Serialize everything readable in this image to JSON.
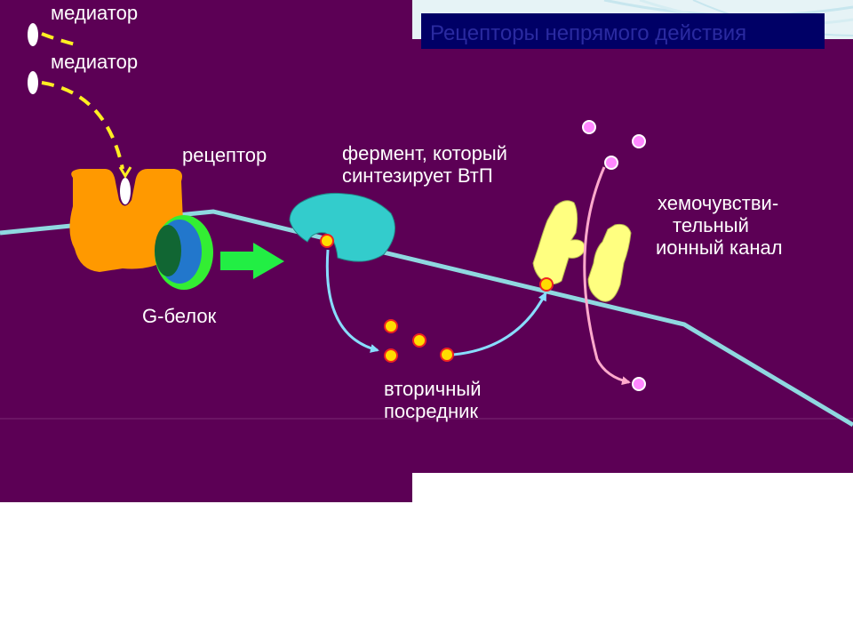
{
  "title": "Рецепторы непрямого действия",
  "labels": {
    "mediator_1": "медиатор",
    "mediator_2": "медиатор",
    "receptor": "рецептор",
    "g_protein": "G-белок",
    "enzyme_line1": "фермент, который",
    "enzyme_line2": "синтезирует ВтП",
    "second_messenger_line1": "вторичный",
    "second_messenger_line2": "посредник",
    "channel_line1": "хемочувстви-",
    "channel_line2": "тельный",
    "channel_line3": "ионный канал"
  },
  "colors": {
    "slide_background": "#5c0055",
    "membrane": "#8fd8e0",
    "receptor": "#ff9900",
    "g_protein_outer": "#33ee33",
    "g_protein_middle": "#2277cc",
    "g_protein_inner": "#116633",
    "enzyme": "#33cccc",
    "ion_channel": "#ffff80",
    "messenger_dot": "#ffdd00",
    "ion_dot": "#ff88ff",
    "signal_arrow": "#22ee44",
    "mediator_path": "#ffee22",
    "messenger_arrow": "#88ddff",
    "ion_arrow": "#ffaacc"
  }
}
